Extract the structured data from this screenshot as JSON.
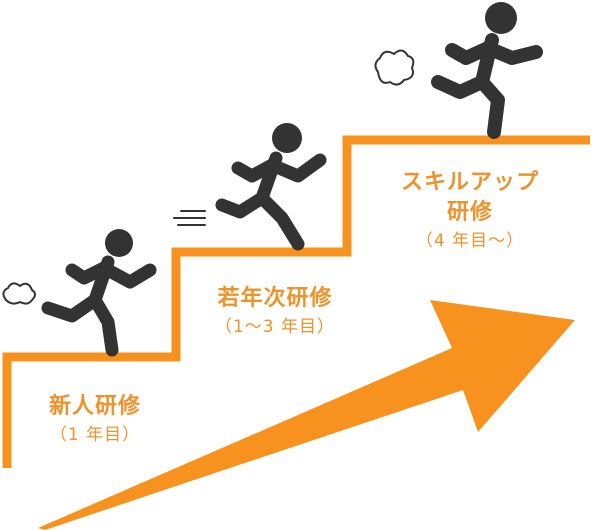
{
  "colors": {
    "accent": "#f7921e",
    "text": "#f0922c",
    "figure": "#333333"
  },
  "stages": [
    {
      "title": "新人研修",
      "subtitle": "（1 年目）"
    },
    {
      "title": "若年次研修",
      "subtitle": "（1～3 年目）"
    },
    {
      "title_line1": "スキルアップ",
      "title_line2": "研修",
      "subtitle": "（4 年目～）"
    }
  ],
  "icons": [
    "running-person-icon",
    "dust-cloud-icon",
    "speed-lines-icon",
    "growth-arrow-icon",
    "staircase-icon"
  ]
}
